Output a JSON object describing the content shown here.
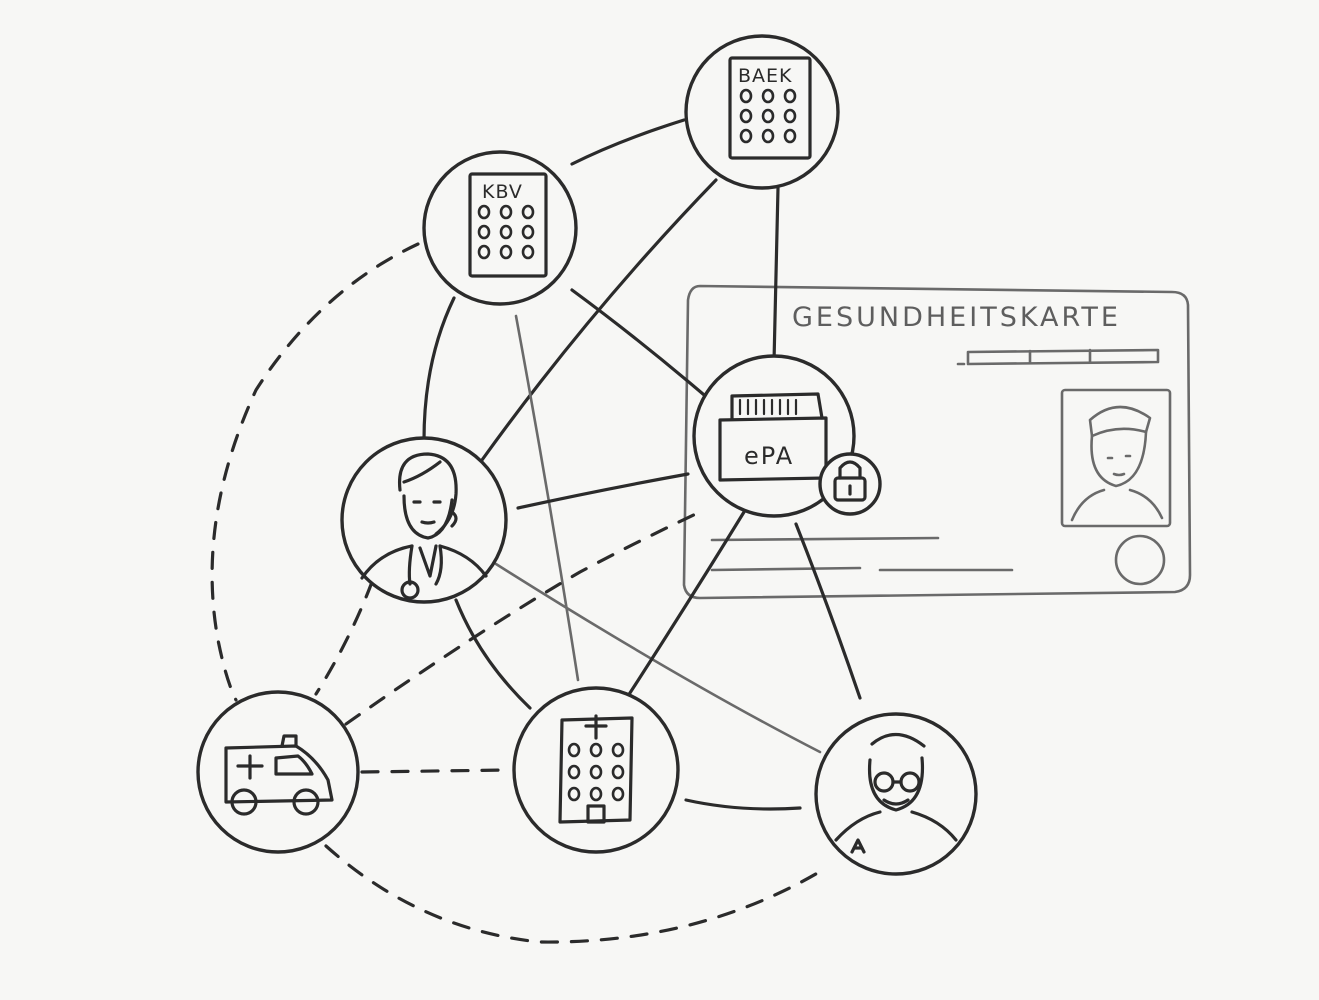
{
  "card": {
    "title": "GESUNDHEITSKARTE"
  },
  "nodes": {
    "baek": {
      "label": "BAEK",
      "icon": "office-building-icon"
    },
    "kbv": {
      "label": "KBV",
      "icon": "office-building-icon"
    },
    "epa": {
      "label": "ePA",
      "icon": "record-folder-icon",
      "lock_icon": "padlock-icon"
    },
    "doctor_female": {
      "icon": "female-doctor-icon"
    },
    "ambulance": {
      "icon": "ambulance-icon"
    },
    "hospital": {
      "icon": "hospital-icon"
    },
    "pharmacist": {
      "icon": "pharmacist-icon"
    }
  },
  "colors": {
    "stroke": "#2b2b2b",
    "card_stroke": "#7a7a7a",
    "background": "#f7f7f5"
  }
}
